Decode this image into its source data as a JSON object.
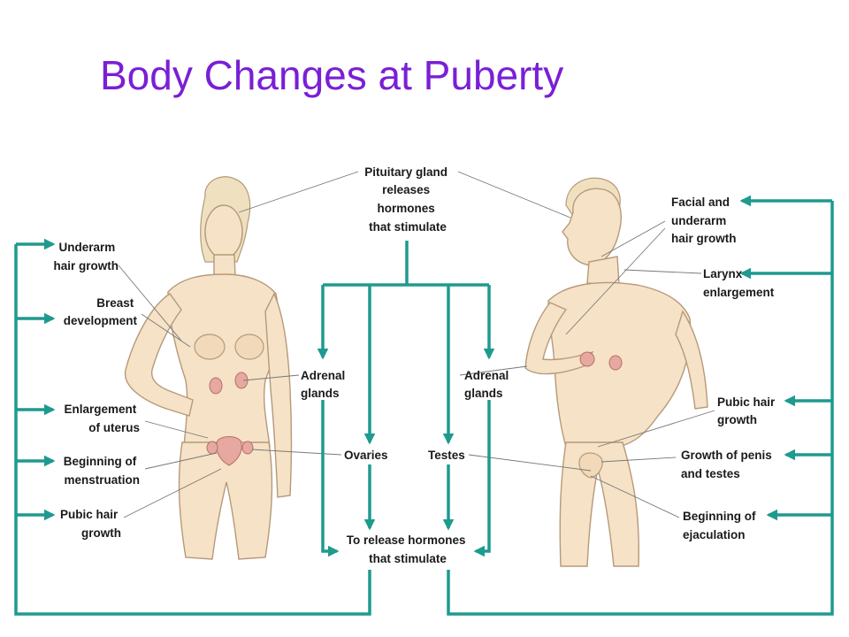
{
  "title": "Body Changes at Puberty",
  "colors": {
    "title": "#7a1fd6",
    "flow": "#1e9a8e",
    "skin": "#f6e2c6",
    "organ": "#e6a8a0"
  },
  "center": {
    "pituitary": [
      "Pituitary gland",
      "releases",
      "hormones",
      "that stimulate"
    ],
    "adrenal_left": [
      "Adrenal",
      "glands"
    ],
    "adrenal_right": [
      "Adrenal",
      "glands"
    ],
    "ovaries": "Ovaries",
    "testes": "Testes",
    "release": [
      "To release hormones",
      "that stimulate"
    ]
  },
  "female_changes": [
    [
      "Underarm",
      "hair growth"
    ],
    [
      "Breast",
      "development"
    ],
    [
      "Enlargement",
      "of uterus"
    ],
    [
      "Beginning of",
      "menstruation"
    ],
    [
      "Pubic hair",
      "growth"
    ]
  ],
  "male_changes": [
    [
      "Facial and",
      "underarm",
      "hair growth"
    ],
    [
      "Larynx",
      "enlargement"
    ],
    [
      "Pubic hair",
      "growth"
    ],
    [
      "Growth of penis",
      "and testes"
    ],
    [
      "Beginning of",
      "ejaculation"
    ]
  ],
  "figures": {
    "female": "female-figure-illustration",
    "male": "male-figure-illustration"
  }
}
